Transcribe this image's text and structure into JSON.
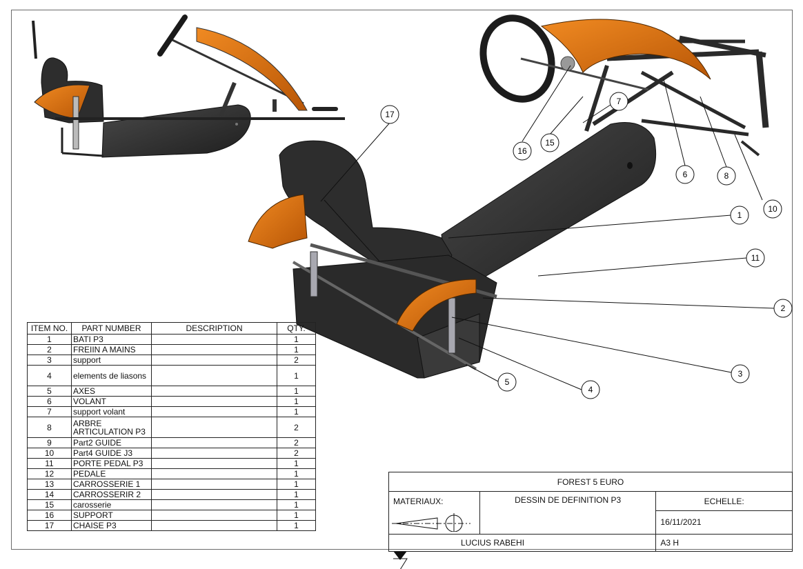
{
  "bom": {
    "headers": [
      "ITEM NO.",
      "PART NUMBER",
      "DESCRIPTION",
      "QTY."
    ],
    "rows": [
      {
        "item": "1",
        "part": "BATI P3",
        "desc": "",
        "qty": "1"
      },
      {
        "item": "2",
        "part": "FREIIN A MAINS",
        "desc": "",
        "qty": "1"
      },
      {
        "item": "3",
        "part": "support",
        "desc": "",
        "qty": "2"
      },
      {
        "item": "4",
        "part": "elements de liasons",
        "desc": "",
        "qty": "1"
      },
      {
        "item": "5",
        "part": "AXES",
        "desc": "",
        "qty": "1"
      },
      {
        "item": "6",
        "part": "VOLANT",
        "desc": "",
        "qty": "1"
      },
      {
        "item": "7",
        "part": "support volant",
        "desc": "",
        "qty": "1"
      },
      {
        "item": "8",
        "part": "ARBRE ARTICULATION P3",
        "desc": "",
        "qty": "2"
      },
      {
        "item": "9",
        "part": "Part2 GUIDE",
        "desc": "",
        "qty": "2"
      },
      {
        "item": "10",
        "part": "Part4 GUIDE J3",
        "desc": "",
        "qty": "2"
      },
      {
        "item": "11",
        "part": "PORTE PEDAL P3",
        "desc": "",
        "qty": "1"
      },
      {
        "item": "12",
        "part": "PEDALE",
        "desc": "",
        "qty": "1"
      },
      {
        "item": "13",
        "part": "CARROSSERIE 1",
        "desc": "",
        "qty": "1"
      },
      {
        "item": "14",
        "part": "CARROSSERIR 2",
        "desc": "",
        "qty": "1"
      },
      {
        "item": "15",
        "part": "carosserie",
        "desc": "",
        "qty": "1"
      },
      {
        "item": "16",
        "part": "SUPPORT",
        "desc": "",
        "qty": "1"
      },
      {
        "item": "17",
        "part": "CHAISE P3",
        "desc": "",
        "qty": "1"
      }
    ]
  },
  "title_block": {
    "project": "FOREST    5 EURO",
    "materiaux_label": "MATERIAUX:",
    "drawing_title": "DESSIN DE DEFINITION P3",
    "echelle_label": "ECHELLE:",
    "date": "16/11/2021",
    "author": "LUCIUS RABEHI",
    "format": "A3 H"
  },
  "callouts": [
    "17",
    "16",
    "15",
    "7",
    "6",
    "8",
    "10",
    "1",
    "11",
    "2",
    "3",
    "4",
    "5"
  ],
  "colors": {
    "orange": "#d9700f",
    "dark": "#2b2b2b",
    "frame": "#6a6a6a"
  }
}
